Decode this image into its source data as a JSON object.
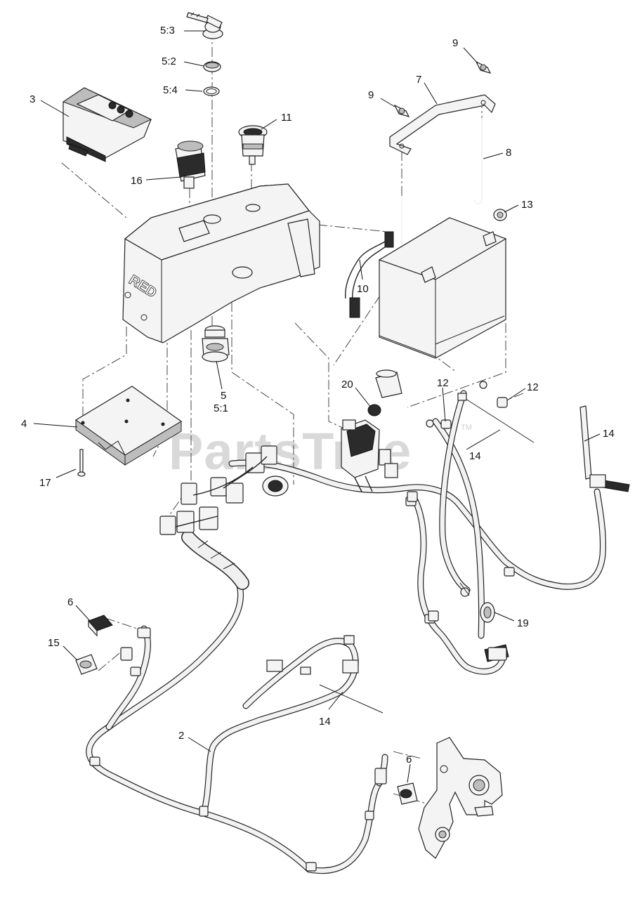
{
  "watermark": {
    "text": "PartsTree",
    "trademark": "TM"
  },
  "callouts": [
    {
      "id": "c-5-3",
      "label": "5:3"
    },
    {
      "id": "c-5-2",
      "label": "5:2"
    },
    {
      "id": "c-5-4",
      "label": "5:4"
    },
    {
      "id": "c-3",
      "label": "3"
    },
    {
      "id": "c-11",
      "label": "11"
    },
    {
      "id": "c-16",
      "label": "16"
    },
    {
      "id": "c-9a",
      "label": "9"
    },
    {
      "id": "c-9b",
      "label": "9"
    },
    {
      "id": "c-7",
      "label": "7"
    },
    {
      "id": "c-8",
      "label": "8"
    },
    {
      "id": "c-13",
      "label": "13"
    },
    {
      "id": "c-10",
      "label": "10"
    },
    {
      "id": "c-5",
      "label": "5"
    },
    {
      "id": "c-5-1",
      "label": "5:1"
    },
    {
      "id": "c-20",
      "label": "20"
    },
    {
      "id": "c-12a",
      "label": "12"
    },
    {
      "id": "c-12b",
      "label": "12"
    },
    {
      "id": "c-14a",
      "label": "14"
    },
    {
      "id": "c-14b",
      "label": "14"
    },
    {
      "id": "c-4",
      "label": "4"
    },
    {
      "id": "c-17",
      "label": "17"
    },
    {
      "id": "c-6a",
      "label": "6"
    },
    {
      "id": "c-15",
      "label": "15"
    },
    {
      "id": "c-19",
      "label": "19"
    },
    {
      "id": "c-14c",
      "label": "14"
    },
    {
      "id": "c-2",
      "label": "2"
    },
    {
      "id": "c-6b",
      "label": "6"
    }
  ],
  "console_brand": "RED"
}
